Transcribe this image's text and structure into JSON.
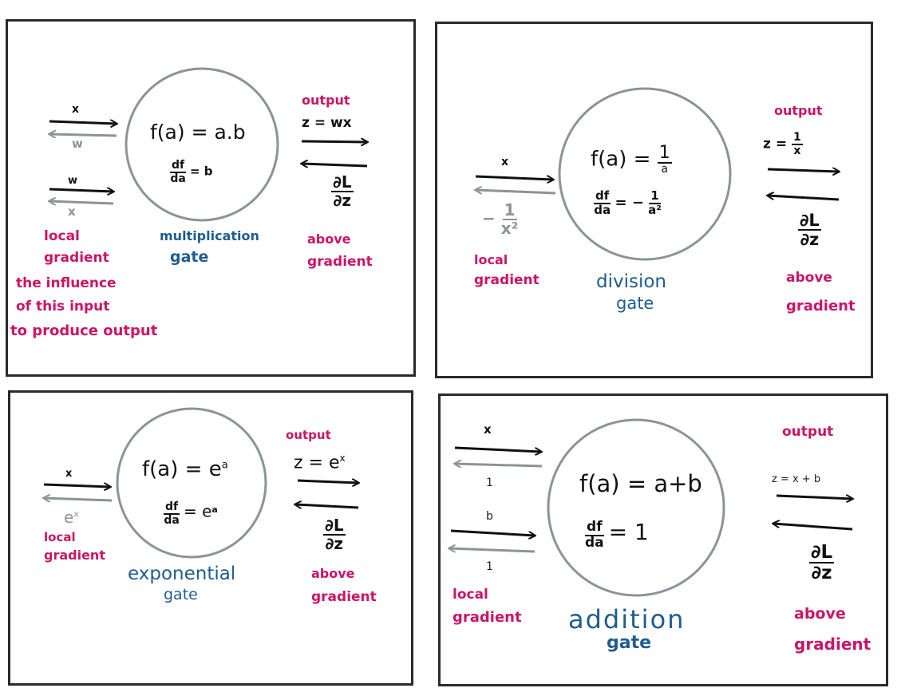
{
  "panels": {
    "multiplication": {
      "input_top_forward": "x",
      "input_top_backward": "w",
      "input_bottom_forward": "w",
      "input_bottom_backward": "x",
      "func": "f(a) = a.b",
      "deriv_num": "df",
      "deriv_den": "da",
      "deriv_value": "= b",
      "output_label": "output",
      "output_expr": "z = wx",
      "local_gradient": [
        "local",
        "gradient"
      ],
      "gate_name": [
        "multiplication",
        "gate"
      ],
      "above_gradient": [
        "above",
        "gradient"
      ],
      "note": [
        "the influence",
        "of this input",
        "to produce output"
      ],
      "dl": "∂L",
      "dz": "∂z"
    },
    "division": {
      "input_forward": "x",
      "backward_sign": "−",
      "backward_num": "1",
      "backward_den": "x²",
      "func_lhs": "f(a) =",
      "func_num": "1",
      "func_den": "a",
      "deriv_num": "df",
      "deriv_den": "da",
      "deriv_eq": "= −",
      "deriv_val_num": "1",
      "deriv_val_den": "a²",
      "output_label": "output",
      "output_lhs": "z =",
      "output_num": "1",
      "output_den": "x",
      "local_gradient": [
        "local",
        "gradient"
      ],
      "gate_name": [
        "division",
        "gate"
      ],
      "above_gradient": [
        "above",
        "gradient"
      ],
      "dl": "∂L",
      "dz": "∂z"
    },
    "exponential": {
      "input_forward": "x",
      "backward_value": "e",
      "backward_sup": "x",
      "func_lhs": "f(a) = e",
      "func_sup": "a",
      "deriv_num": "df",
      "deriv_den": "da",
      "deriv_value": "= e",
      "deriv_sup": "a",
      "output_label": "output",
      "output_lhs": "z = e",
      "output_sup": "x",
      "local_gradient": [
        "local",
        "gradient"
      ],
      "gate_name": [
        "exponential",
        "gate"
      ],
      "above_gradient": [
        "above",
        "gradient"
      ],
      "dl": "∂L",
      "dz": "∂z"
    },
    "addition": {
      "input_top_forward": "x",
      "input_top_backward": "1",
      "input_bottom_forward": "b",
      "input_bottom_backward": "1",
      "func": "f(a) = a+b",
      "deriv_num": "df",
      "deriv_den": "da",
      "deriv_value": "= 1",
      "output_label": "output",
      "output_expr": "z = x + b",
      "local_gradient": [
        "local",
        "gradient"
      ],
      "gate_name": [
        "addition",
        "gate"
      ],
      "above_gradient": [
        "above",
        "gradient"
      ],
      "dl": "∂L",
      "dz": "∂z"
    }
  },
  "colors": {
    "forward_arrow": "#111111",
    "backward_arrow": "#8a9499",
    "circle": "#8a9499",
    "pink": "#cc1466",
    "blue": "#1f5d8f"
  }
}
